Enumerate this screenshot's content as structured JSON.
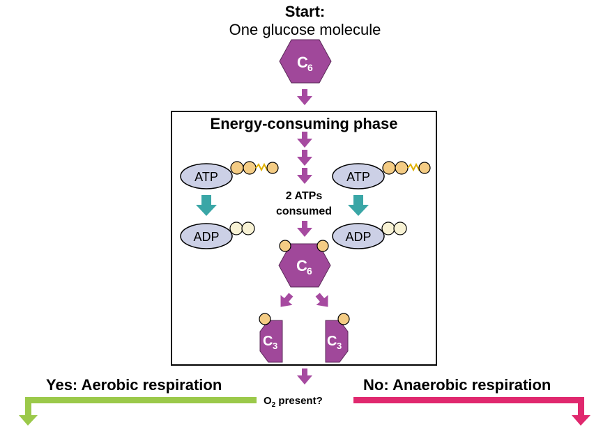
{
  "start": {
    "title": "Start:",
    "subtitle": "One glucose molecule"
  },
  "phase": {
    "title": "Energy-consuming phase"
  },
  "molecules": {
    "glucose": {
      "letter": "C",
      "subscript": "6"
    },
    "triose": {
      "letter": "C",
      "subscript": "3"
    }
  },
  "atp": {
    "label": "ATP",
    "adp_label": "ADP",
    "consumed_line1": "2 ATPs",
    "consumed_line2": "consumed"
  },
  "outcomes": {
    "yes_label": "Yes: Aerobic respiration",
    "no_label": "No: Anaerobic respiration",
    "question_prefix": "O",
    "question_sub": "2",
    "question_suffix": " present?"
  },
  "colors": {
    "purple": "#a0489a",
    "purple_arrow": "#a64aa0",
    "teal": "#3aa6a6",
    "ellipse_fill": "#ccd0e6",
    "phosphate": "#f4cc84",
    "phosphate_light": "#f8f2d4",
    "green": "#9bc94a",
    "pink": "#e0286e"
  }
}
